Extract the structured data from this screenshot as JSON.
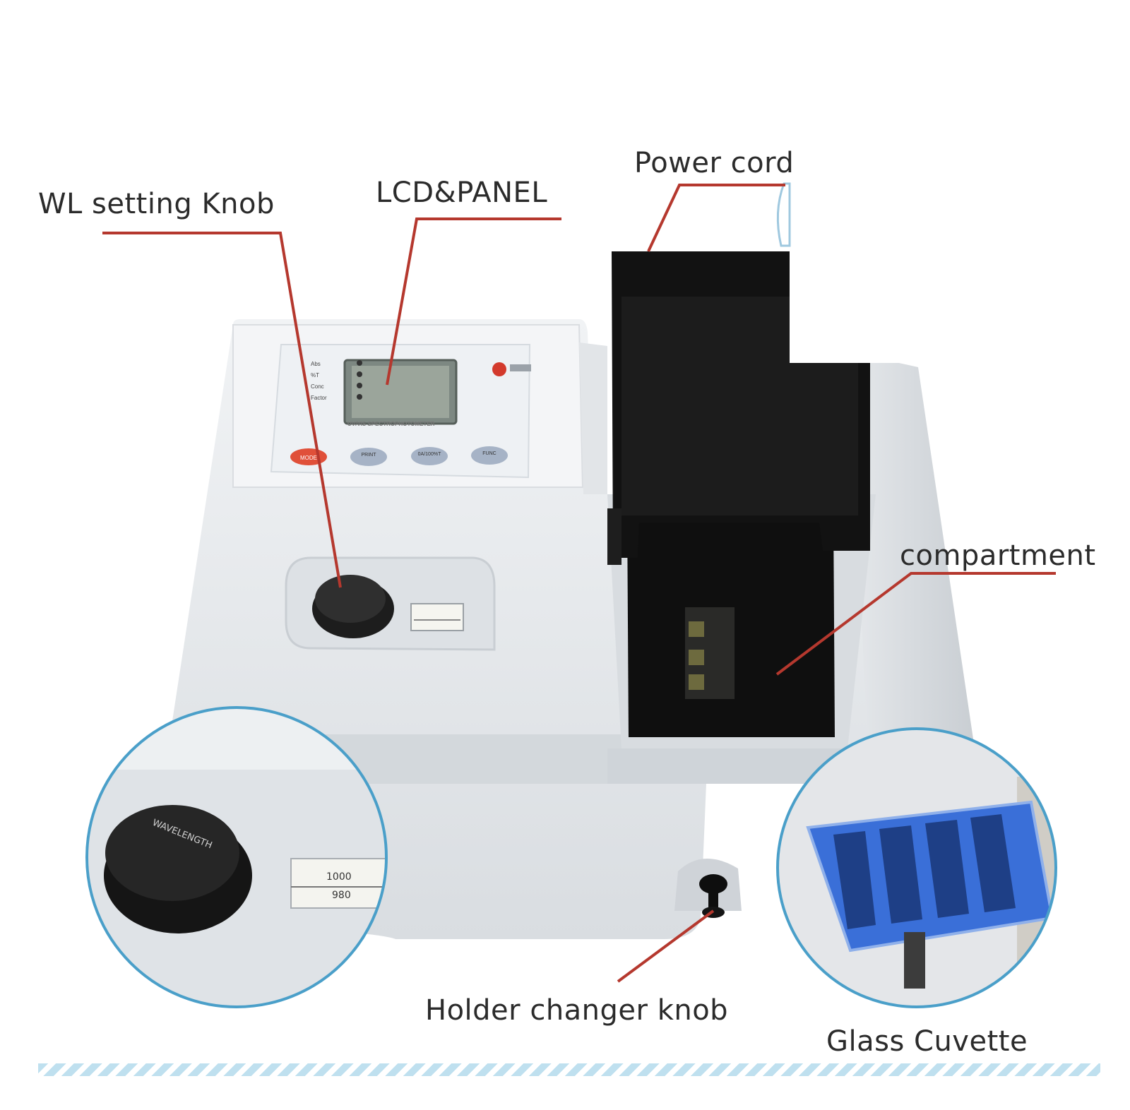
{
  "labels": {
    "wl_knob": "WL setting Knob",
    "lcd_panel": "LCD&PANEL",
    "power_cord": "Power cord",
    "compartment": "compartment",
    "holder_knob": "Holder changer knob",
    "glass_cuvette": "Glass Cuvette"
  },
  "device": {
    "model_text": "UV/VIS SPECTROPHOTOMETER",
    "knob_text": "WAVELENGTH",
    "scale_values": [
      "1000",
      "980"
    ],
    "panel_indicators": [
      "Abs",
      "%T",
      "Conc",
      "Factor"
    ],
    "panel_buttons": [
      "MODE",
      "PRINT",
      "0A/100%T",
      "FUNC"
    ]
  },
  "colors": {
    "leader_line": "#b5382e",
    "body": "#e9ecef",
    "lid": "#111111",
    "callout_circle": "#4a9fc9",
    "cuvette_box": "#3a6fd8",
    "stripe": "#bfe0ef"
  }
}
